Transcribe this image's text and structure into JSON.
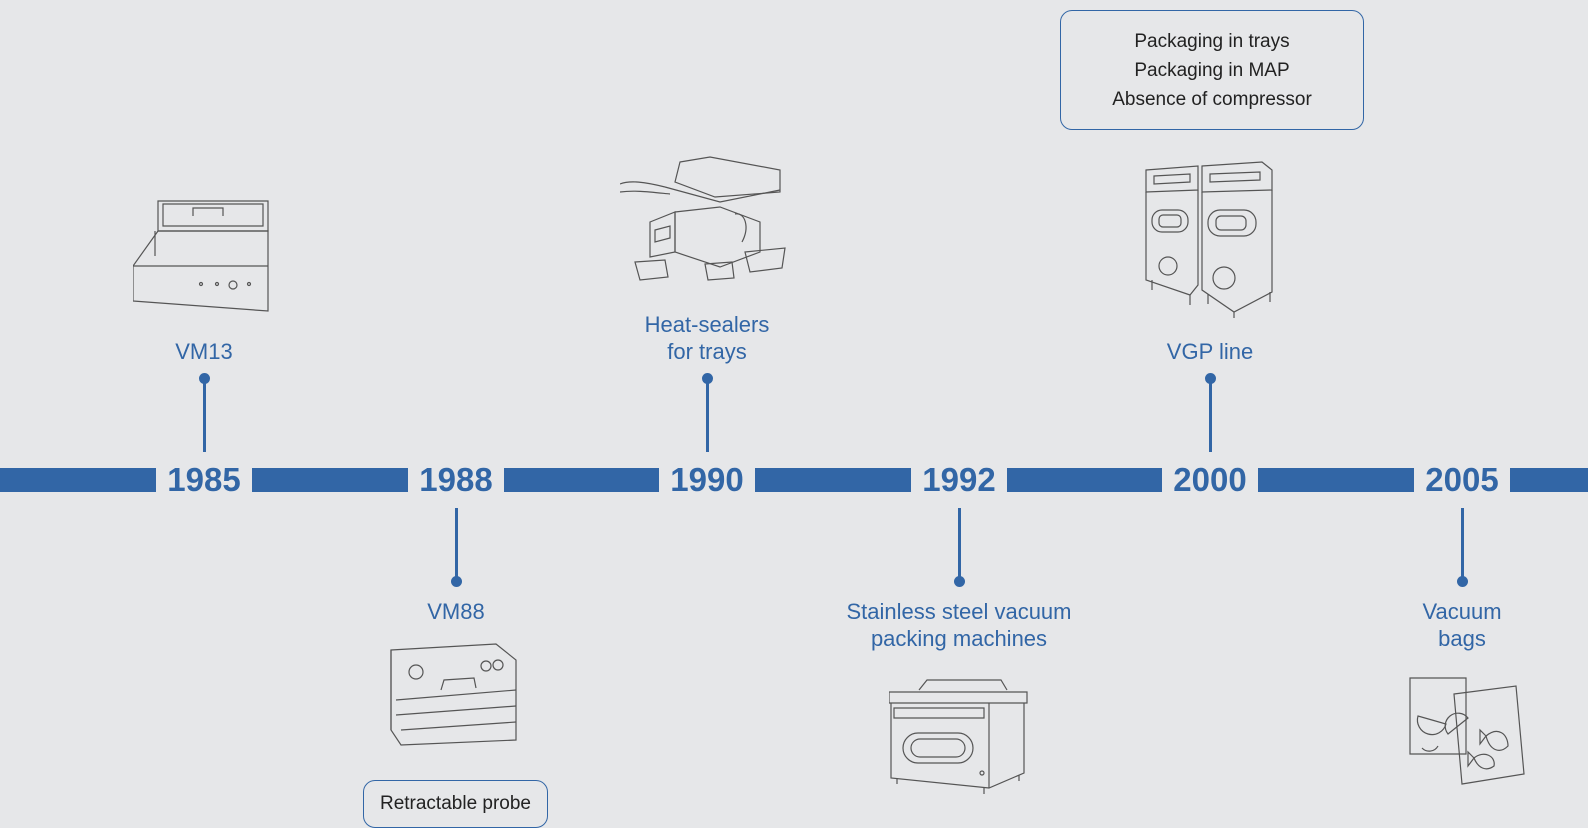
{
  "timeline": {
    "years": [
      "1985",
      "1988",
      "1990",
      "1992",
      "2000",
      "2005"
    ]
  },
  "events": {
    "e1985": {
      "label_lines": [
        "VM13"
      ],
      "illustration": "vacuum-machine-vm13-icon"
    },
    "e1988": {
      "label_lines": [
        "VM88"
      ],
      "illustration": "vacuum-machine-vm88-icon",
      "note_lines": [
        "Retractable probe"
      ]
    },
    "e1990": {
      "label_lines": [
        "Heat-sealers",
        "for trays"
      ],
      "illustration": "tray-heat-sealer-icon"
    },
    "e1992": {
      "label_lines": [
        "Stainless steel vacuum",
        "packing machines"
      ],
      "illustration": "stainless-vacuum-chamber-icon"
    },
    "e2000": {
      "label_lines": [
        "VGP line"
      ],
      "illustration": "vgp-line-machines-icon",
      "note_lines": [
        "Packaging in trays",
        "Packaging in MAP",
        "Absence of compressor"
      ]
    },
    "e2005": {
      "label_lines": [
        "Vacuum",
        "bags"
      ],
      "illustration": "vacuum-bags-icon"
    }
  },
  "colors": {
    "accent": "#3266a6",
    "background": "#e6e7e9",
    "note_text": "#222222",
    "illustration_stroke": "#555555"
  }
}
